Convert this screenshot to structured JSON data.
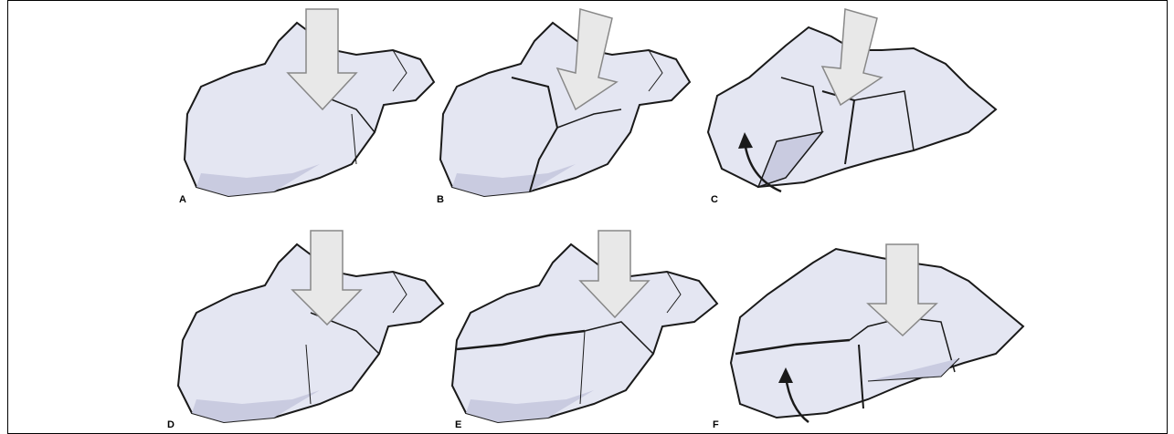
{
  "figure": {
    "panels": [
      {
        "label": "A",
        "arrow": "straight",
        "fracture": "none"
      },
      {
        "label": "B",
        "arrow": "straight",
        "fracture": "sustentacular"
      },
      {
        "label": "C",
        "arrow": "straight",
        "fracture": "joint-depression",
        "rotation_arrow": true
      },
      {
        "label": "D",
        "arrow": "straight",
        "fracture": "none"
      },
      {
        "label": "E",
        "arrow": "straight",
        "fracture": "tongue-type"
      },
      {
        "label": "F",
        "arrow": "straight",
        "fracture": "tongue-type-displaced",
        "rotation_arrow": true
      }
    ],
    "colors": {
      "bone_fill": "#e4e6f2",
      "bone_shadow": "#c9cbe0",
      "outline": "#1a1a1a",
      "arrow_fill": "#e8e8e8",
      "arrow_stroke": "#888888",
      "border": "#000000"
    }
  }
}
